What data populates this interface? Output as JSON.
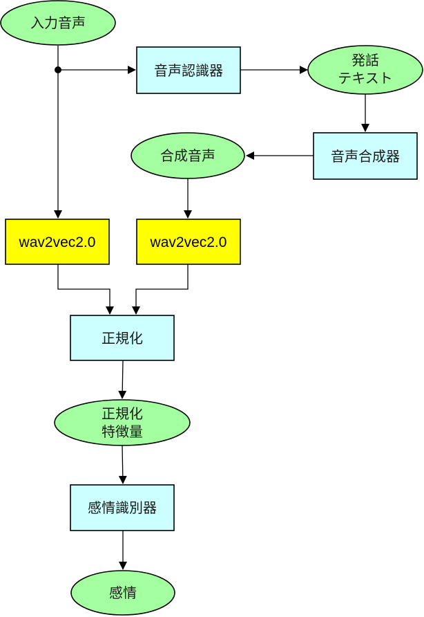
{
  "colors": {
    "terminal_fill": "#a3ff9f",
    "process_fill": "#ccffff",
    "model_fill": "#ffff00",
    "stroke": "#000000"
  },
  "nodes": {
    "input_audio": {
      "label": [
        "入力音声"
      ],
      "shape": "ellipse",
      "kind": "terminal"
    },
    "speech_recognizer": {
      "label": [
        "音声認識器"
      ],
      "shape": "box",
      "kind": "process"
    },
    "utterance_text": {
      "label": [
        "発話",
        "テキスト"
      ],
      "shape": "ellipse",
      "kind": "terminal"
    },
    "speech_synthesizer": {
      "label": [
        "音声合成器"
      ],
      "shape": "box",
      "kind": "process"
    },
    "synthesized_audio": {
      "label": [
        "合成音声"
      ],
      "shape": "ellipse",
      "kind": "terminal"
    },
    "wav2vec_input": {
      "label": [
        "wav2vec2.0"
      ],
      "shape": "box",
      "kind": "model"
    },
    "wav2vec_synth": {
      "label": [
        "wav2vec2.0"
      ],
      "shape": "box",
      "kind": "model"
    },
    "normalization": {
      "label": [
        "正規化"
      ],
      "shape": "box",
      "kind": "process"
    },
    "normalized_features": {
      "label": [
        "正規化",
        "特徴量"
      ],
      "shape": "ellipse",
      "kind": "terminal"
    },
    "emotion_classifier": {
      "label": [
        "感情識別器"
      ],
      "shape": "box",
      "kind": "process"
    },
    "emotion": {
      "label": [
        "感情"
      ],
      "shape": "ellipse",
      "kind": "terminal"
    }
  },
  "edges": [
    {
      "from": "input_audio",
      "to": "speech_recognizer"
    },
    {
      "from": "input_audio",
      "to": "wav2vec_input"
    },
    {
      "from": "speech_recognizer",
      "to": "utterance_text"
    },
    {
      "from": "utterance_text",
      "to": "speech_synthesizer"
    },
    {
      "from": "speech_synthesizer",
      "to": "synthesized_audio"
    },
    {
      "from": "synthesized_audio",
      "to": "wav2vec_synth"
    },
    {
      "from": "wav2vec_input",
      "to": "normalization"
    },
    {
      "from": "wav2vec_synth",
      "to": "normalization"
    },
    {
      "from": "normalization",
      "to": "normalized_features"
    },
    {
      "from": "normalized_features",
      "to": "emotion_classifier"
    },
    {
      "from": "emotion_classifier",
      "to": "emotion"
    }
  ]
}
